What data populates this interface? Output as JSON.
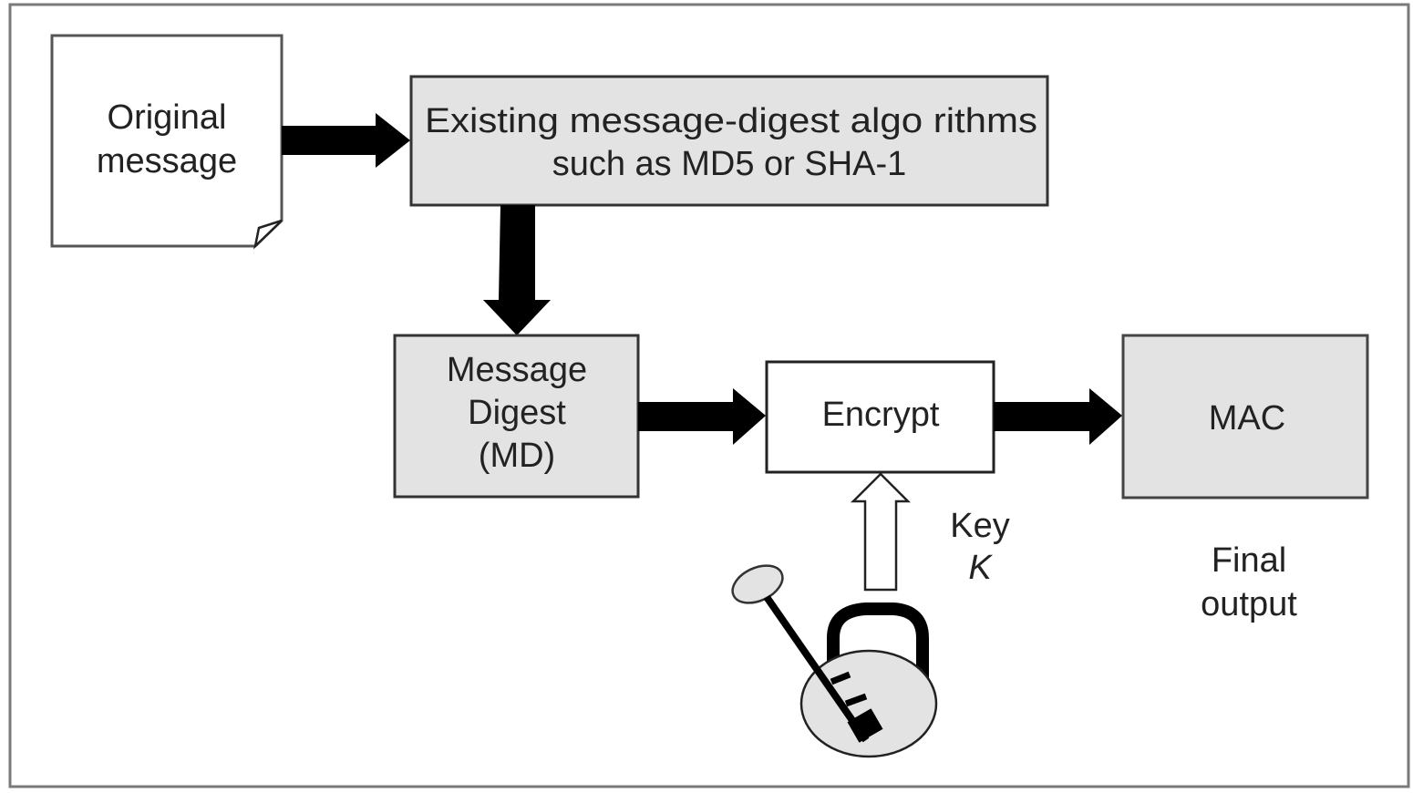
{
  "diagram": {
    "title": "MAC generation using message digest",
    "colors": {
      "frame": "#7a7a7a",
      "box_fill_gray": "#e3e3e3",
      "box_fill_white": "#ffffff",
      "box_stroke": "#333333",
      "arrow": "#000000",
      "text": "#222222"
    },
    "nodes": {
      "original_message": {
        "line1": "Original",
        "line2": "message"
      },
      "digest_algorithm": {
        "line1": "Existing message-digest algo rithms",
        "line2": "such as MD5 or SHA-1"
      },
      "message_digest": {
        "line1": "Message",
        "line2": "Digest",
        "line3": "(MD)"
      },
      "encrypt": {
        "label": "Encrypt"
      },
      "mac": {
        "label": "MAC"
      }
    },
    "labels": {
      "key": {
        "line1": "Key",
        "line2": "K"
      },
      "final_output": {
        "line1": "Final",
        "line2": "output"
      }
    },
    "edges": [
      {
        "from": "original_message",
        "to": "digest_algorithm"
      },
      {
        "from": "digest_algorithm",
        "to": "message_digest"
      },
      {
        "from": "message_digest",
        "to": "encrypt"
      },
      {
        "from": "key",
        "to": "encrypt"
      },
      {
        "from": "encrypt",
        "to": "mac"
      }
    ]
  }
}
